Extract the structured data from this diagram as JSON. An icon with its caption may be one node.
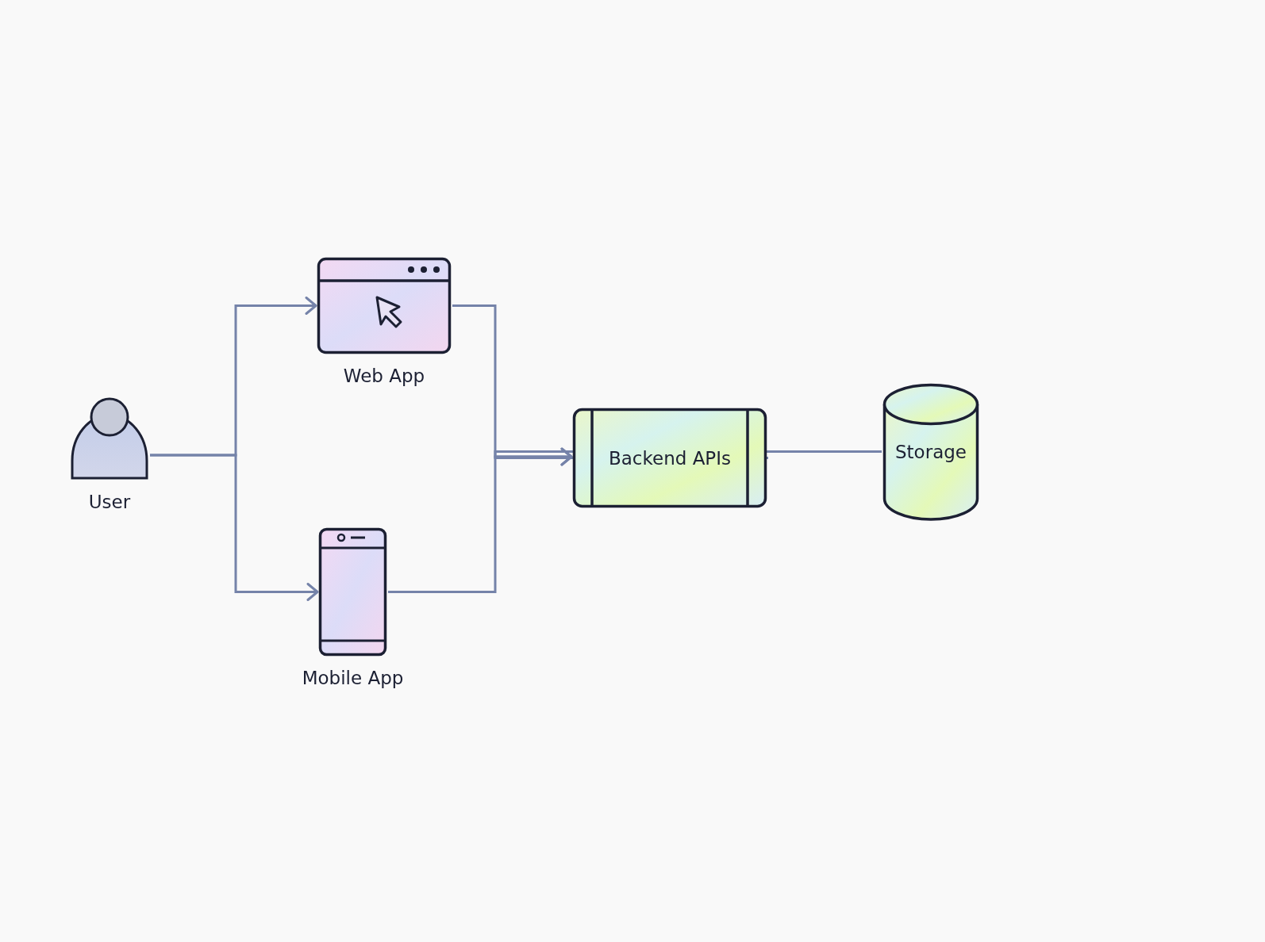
{
  "diagram": {
    "nodes": [
      {
        "text": [
          "User"
        ]
      },
      {
        "text": [
          "Web App"
        ]
      },
      {
        "text": [
          "Mobile App"
        ]
      },
      {
        "text": [
          "Backend APIs"
        ]
      },
      {
        "text": [
          "Storage"
        ]
      }
    ],
    "edges": [
      {
        "from": 0,
        "to": 1,
        "arrow": "to"
      },
      {
        "from": 0,
        "to": 2,
        "arrow": "to"
      },
      {
        "from": 1,
        "to": 3,
        "arrow": "to"
      },
      {
        "from": 2,
        "to": 3,
        "arrow": "to"
      },
      {
        "from": 3,
        "to": 4,
        "arrow": "none"
      }
    ]
  }
}
